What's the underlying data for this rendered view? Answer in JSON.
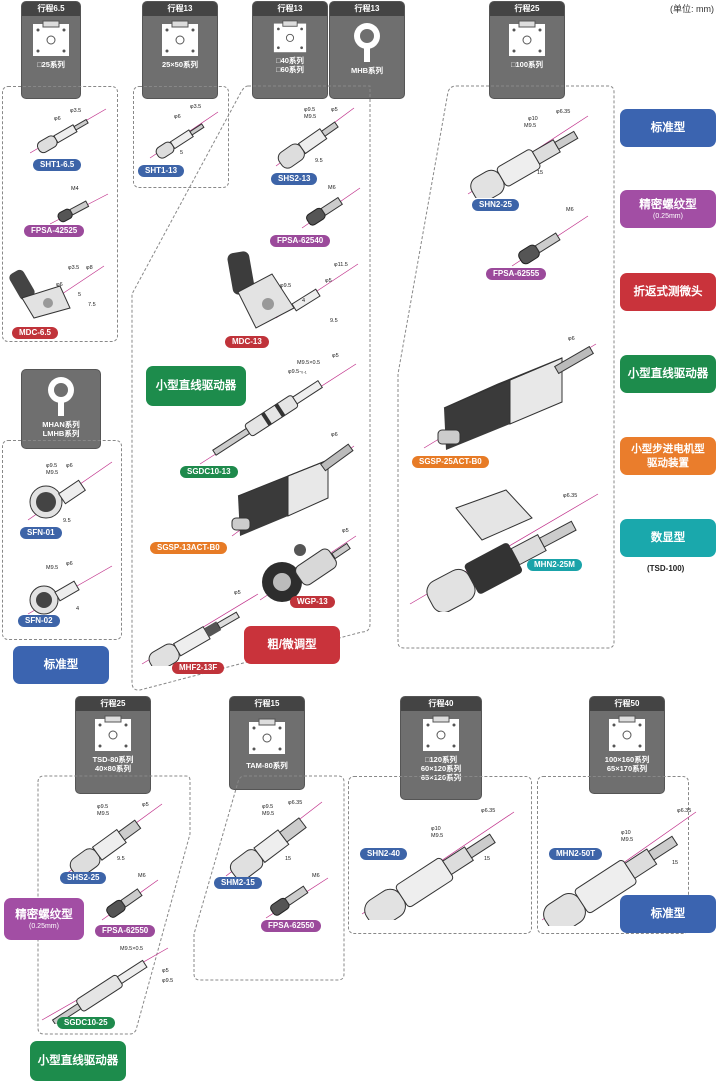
{
  "unit_label": "(单位: mm)",
  "stages": [
    {
      "key": "s1",
      "header": "行程6.5",
      "sub": "□25系列"
    },
    {
      "key": "s2",
      "header": "行程13",
      "sub": "25×50系列"
    },
    {
      "key": "s3",
      "header": "行程13",
      "sub": "□40系列\n□60系列"
    },
    {
      "key": "s4",
      "header": "行程13",
      "sub": "MHB系列"
    },
    {
      "key": "s5",
      "header": "行程25",
      "sub": "□100系列"
    },
    {
      "key": "s6",
      "header": "",
      "sub": "MHAN系列\nLMHB系列"
    },
    {
      "key": "s7",
      "header": "行程25",
      "sub": "TSD-80系列\n40×80系列"
    },
    {
      "key": "s8",
      "header": "行程15",
      "sub": "TAM-80系列"
    },
    {
      "key": "s9",
      "header": "行程40",
      "sub": "□120系列\n60×120系列\n65×120系列"
    },
    {
      "key": "s10",
      "header": "行程50",
      "sub": "100×160系列\n65×170系列"
    }
  ],
  "tags": {
    "SHT1_65": "SHT1-6.5",
    "FPSA_42525": "FPSA-42525",
    "MDC_65": "MDC-6.5",
    "SHT1_13": "SHT1-13",
    "SHS2_13": "SHS2-13",
    "FPSA_62540": "FPSA-62540",
    "MDC_13": "MDC-13",
    "SHN2_25": "SHN2-25",
    "FPSA_62555": "FPSA-62555",
    "SGSP_25": "SGSP-25ACT-B0",
    "MHN2_25M": "MHN2-25M",
    "SGDC10_13": "SGDC10-13",
    "SGSP_13": "SGSP-13ACT-B0",
    "WGP_13": "WGP-13",
    "MHF2_13F": "MHF2-13F",
    "SFN_01": "SFN-01",
    "SFN_02": "SFN-02",
    "SHS2_25": "SHS2-25",
    "FPSA_62550a": "FPSA-62550",
    "SGDC10_25": "SGDC10-25",
    "SHM2_15": "SHM2-15",
    "FPSA_62550b": "FPSA-62550",
    "SHN2_40": "SHN2-40",
    "MHN2_50T": "MHN2-50T"
  },
  "categories": {
    "standard": "标准型",
    "fine_thread": "精密螺纹型",
    "fine_thread_sub": "(0.25mm)",
    "folded": "折返式测微头",
    "linear_actuator": "小型直线驱动器",
    "stepper": "小型步进电机型驱动装置",
    "digital": "数显型",
    "digital_note": "(TSD-100)",
    "coarse_fine": "粗/微调型"
  },
  "dims": {
    "phi35": "φ3.5",
    "phi6": "φ6",
    "phi8": "φ8",
    "m4": "M4",
    "d5": "5",
    "d75": "7.5",
    "phi95": "φ9.5",
    "m95": "M9.5",
    "d95": "9.5",
    "m6": "M6",
    "phi115": "φ11.5",
    "phi5": "φ5",
    "m95x05": "M9.5×0.5",
    "phi95_1": "φ9.5-₀.₁",
    "phi10": "φ10",
    "phi635": "φ6.35",
    "d15": "15",
    "d4": "4"
  },
  "colors": {
    "blue": "#3b64b0",
    "purple": "#a24ea4",
    "red": "#c9333b",
    "green": "#1d8c4c",
    "orange": "#ea7d2c",
    "teal": "#1aa8ac",
    "magenta_axis": "#c0308a",
    "dim_line": "#2a8fcf"
  }
}
